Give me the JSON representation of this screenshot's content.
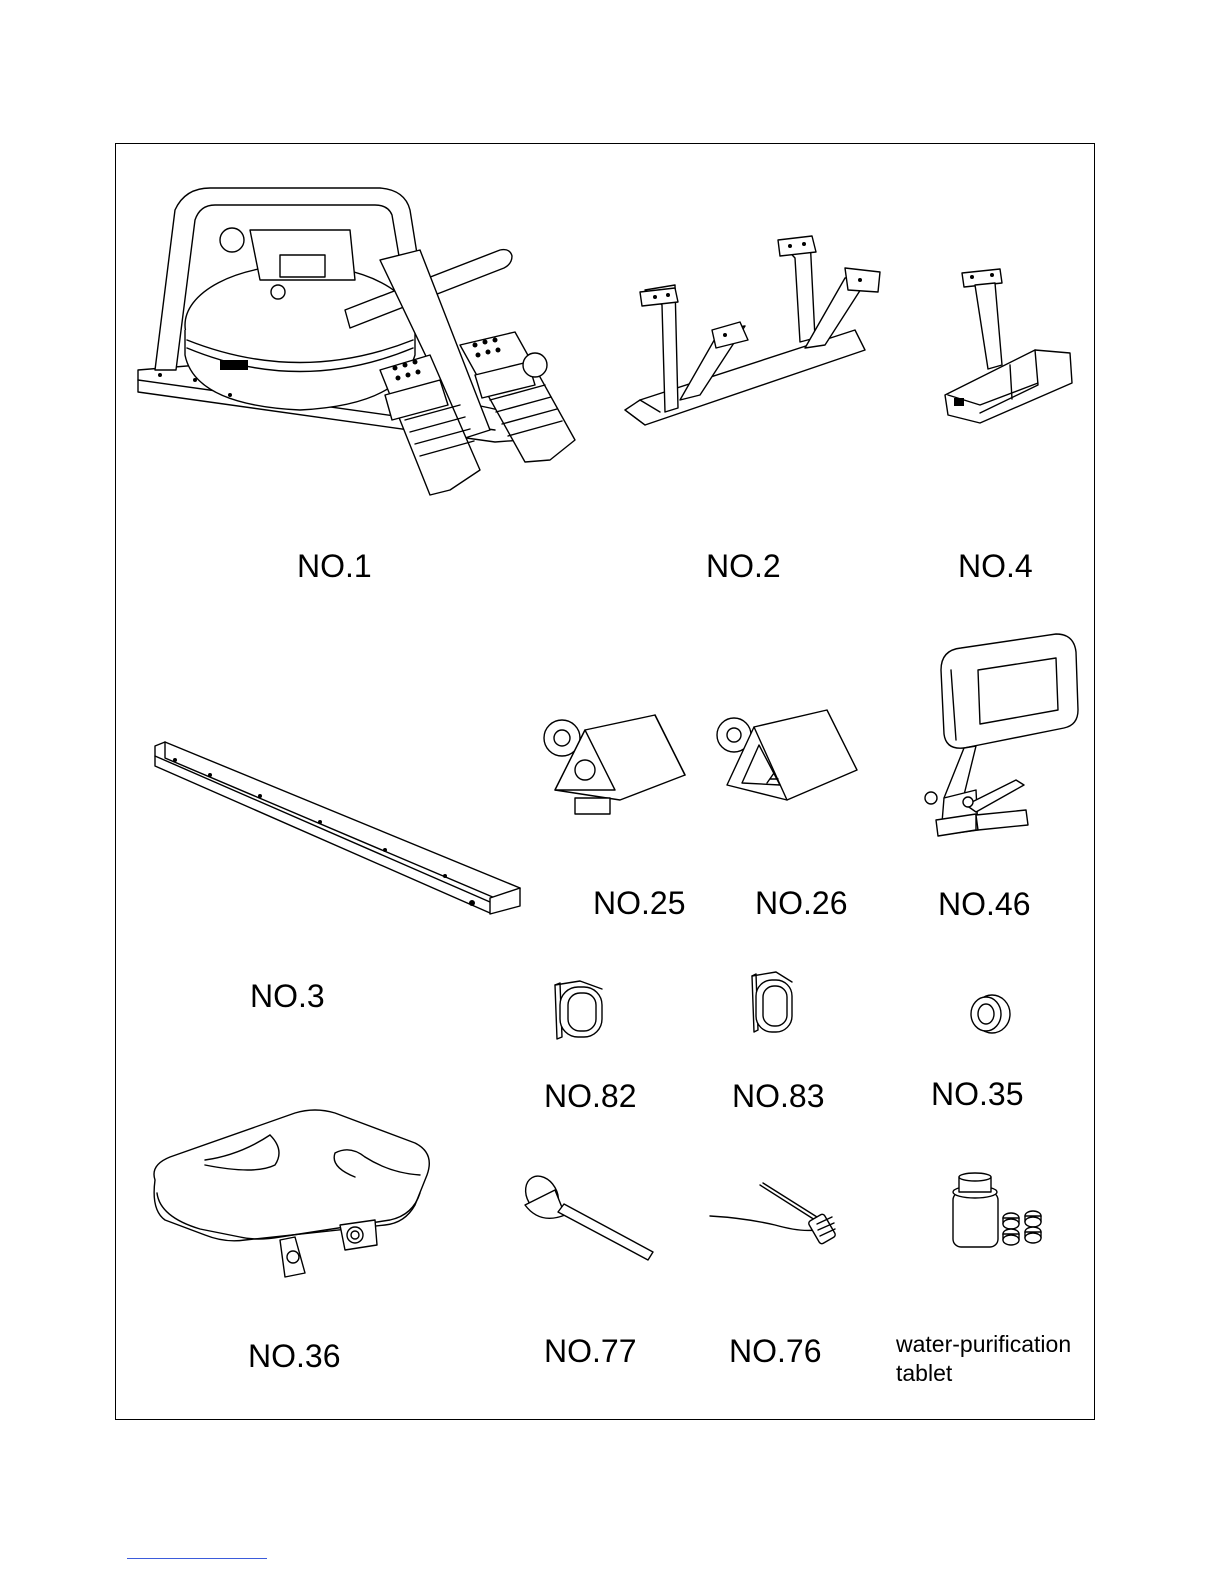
{
  "parts": [
    {
      "id": "no1",
      "label": "NO.1"
    },
    {
      "id": "no2",
      "label": "NO.2"
    },
    {
      "id": "no4",
      "label": "NO.4"
    },
    {
      "id": "no3",
      "label": "NO.3"
    },
    {
      "id": "no25",
      "label": "NO.25"
    },
    {
      "id": "no26",
      "label": "NO.26"
    },
    {
      "id": "no46",
      "label": "NO.46"
    },
    {
      "id": "no82",
      "label": "NO.82"
    },
    {
      "id": "no83",
      "label": "NO.83"
    },
    {
      "id": "no35",
      "label": "NO.35"
    },
    {
      "id": "no36",
      "label": "NO.36"
    },
    {
      "id": "no77",
      "label": "NO.77"
    },
    {
      "id": "no76",
      "label": "NO.76"
    },
    {
      "id": "tablet",
      "label": "water-purification tablet"
    }
  ]
}
